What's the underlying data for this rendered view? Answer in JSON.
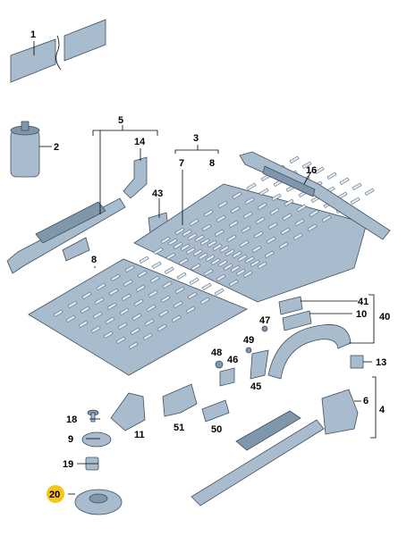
{
  "diagram": {
    "callouts": [
      {
        "key": "c1",
        "label": "1"
      },
      {
        "key": "c2",
        "label": "2"
      },
      {
        "key": "c3",
        "label": "3"
      },
      {
        "key": "c4",
        "label": "4"
      },
      {
        "key": "c5",
        "label": "5"
      },
      {
        "key": "c6",
        "label": "6"
      },
      {
        "key": "c7",
        "label": "7"
      },
      {
        "key": "c8",
        "label": "8"
      },
      {
        "key": "c8b",
        "label": "8"
      },
      {
        "key": "c9",
        "label": "9"
      },
      {
        "key": "c10",
        "label": "10"
      },
      {
        "key": "c11",
        "label": "11"
      },
      {
        "key": "c13",
        "label": "13"
      },
      {
        "key": "c14",
        "label": "14"
      },
      {
        "key": "c16",
        "label": "16"
      },
      {
        "key": "c18",
        "label": "18"
      },
      {
        "key": "c19",
        "label": "19"
      },
      {
        "key": "c20",
        "label": "20"
      },
      {
        "key": "c40",
        "label": "40"
      },
      {
        "key": "c41",
        "label": "41"
      },
      {
        "key": "c43",
        "label": "43"
      },
      {
        "key": "c45",
        "label": "45"
      },
      {
        "key": "c46",
        "label": "46"
      },
      {
        "key": "c47",
        "label": "47"
      },
      {
        "key": "c48",
        "label": "48"
      },
      {
        "key": "c49",
        "label": "49"
      },
      {
        "key": "c50",
        "label": "50"
      },
      {
        "key": "c51",
        "label": "51"
      }
    ],
    "highlight_color": "#f5c518",
    "part_color": "#a9bccd"
  }
}
